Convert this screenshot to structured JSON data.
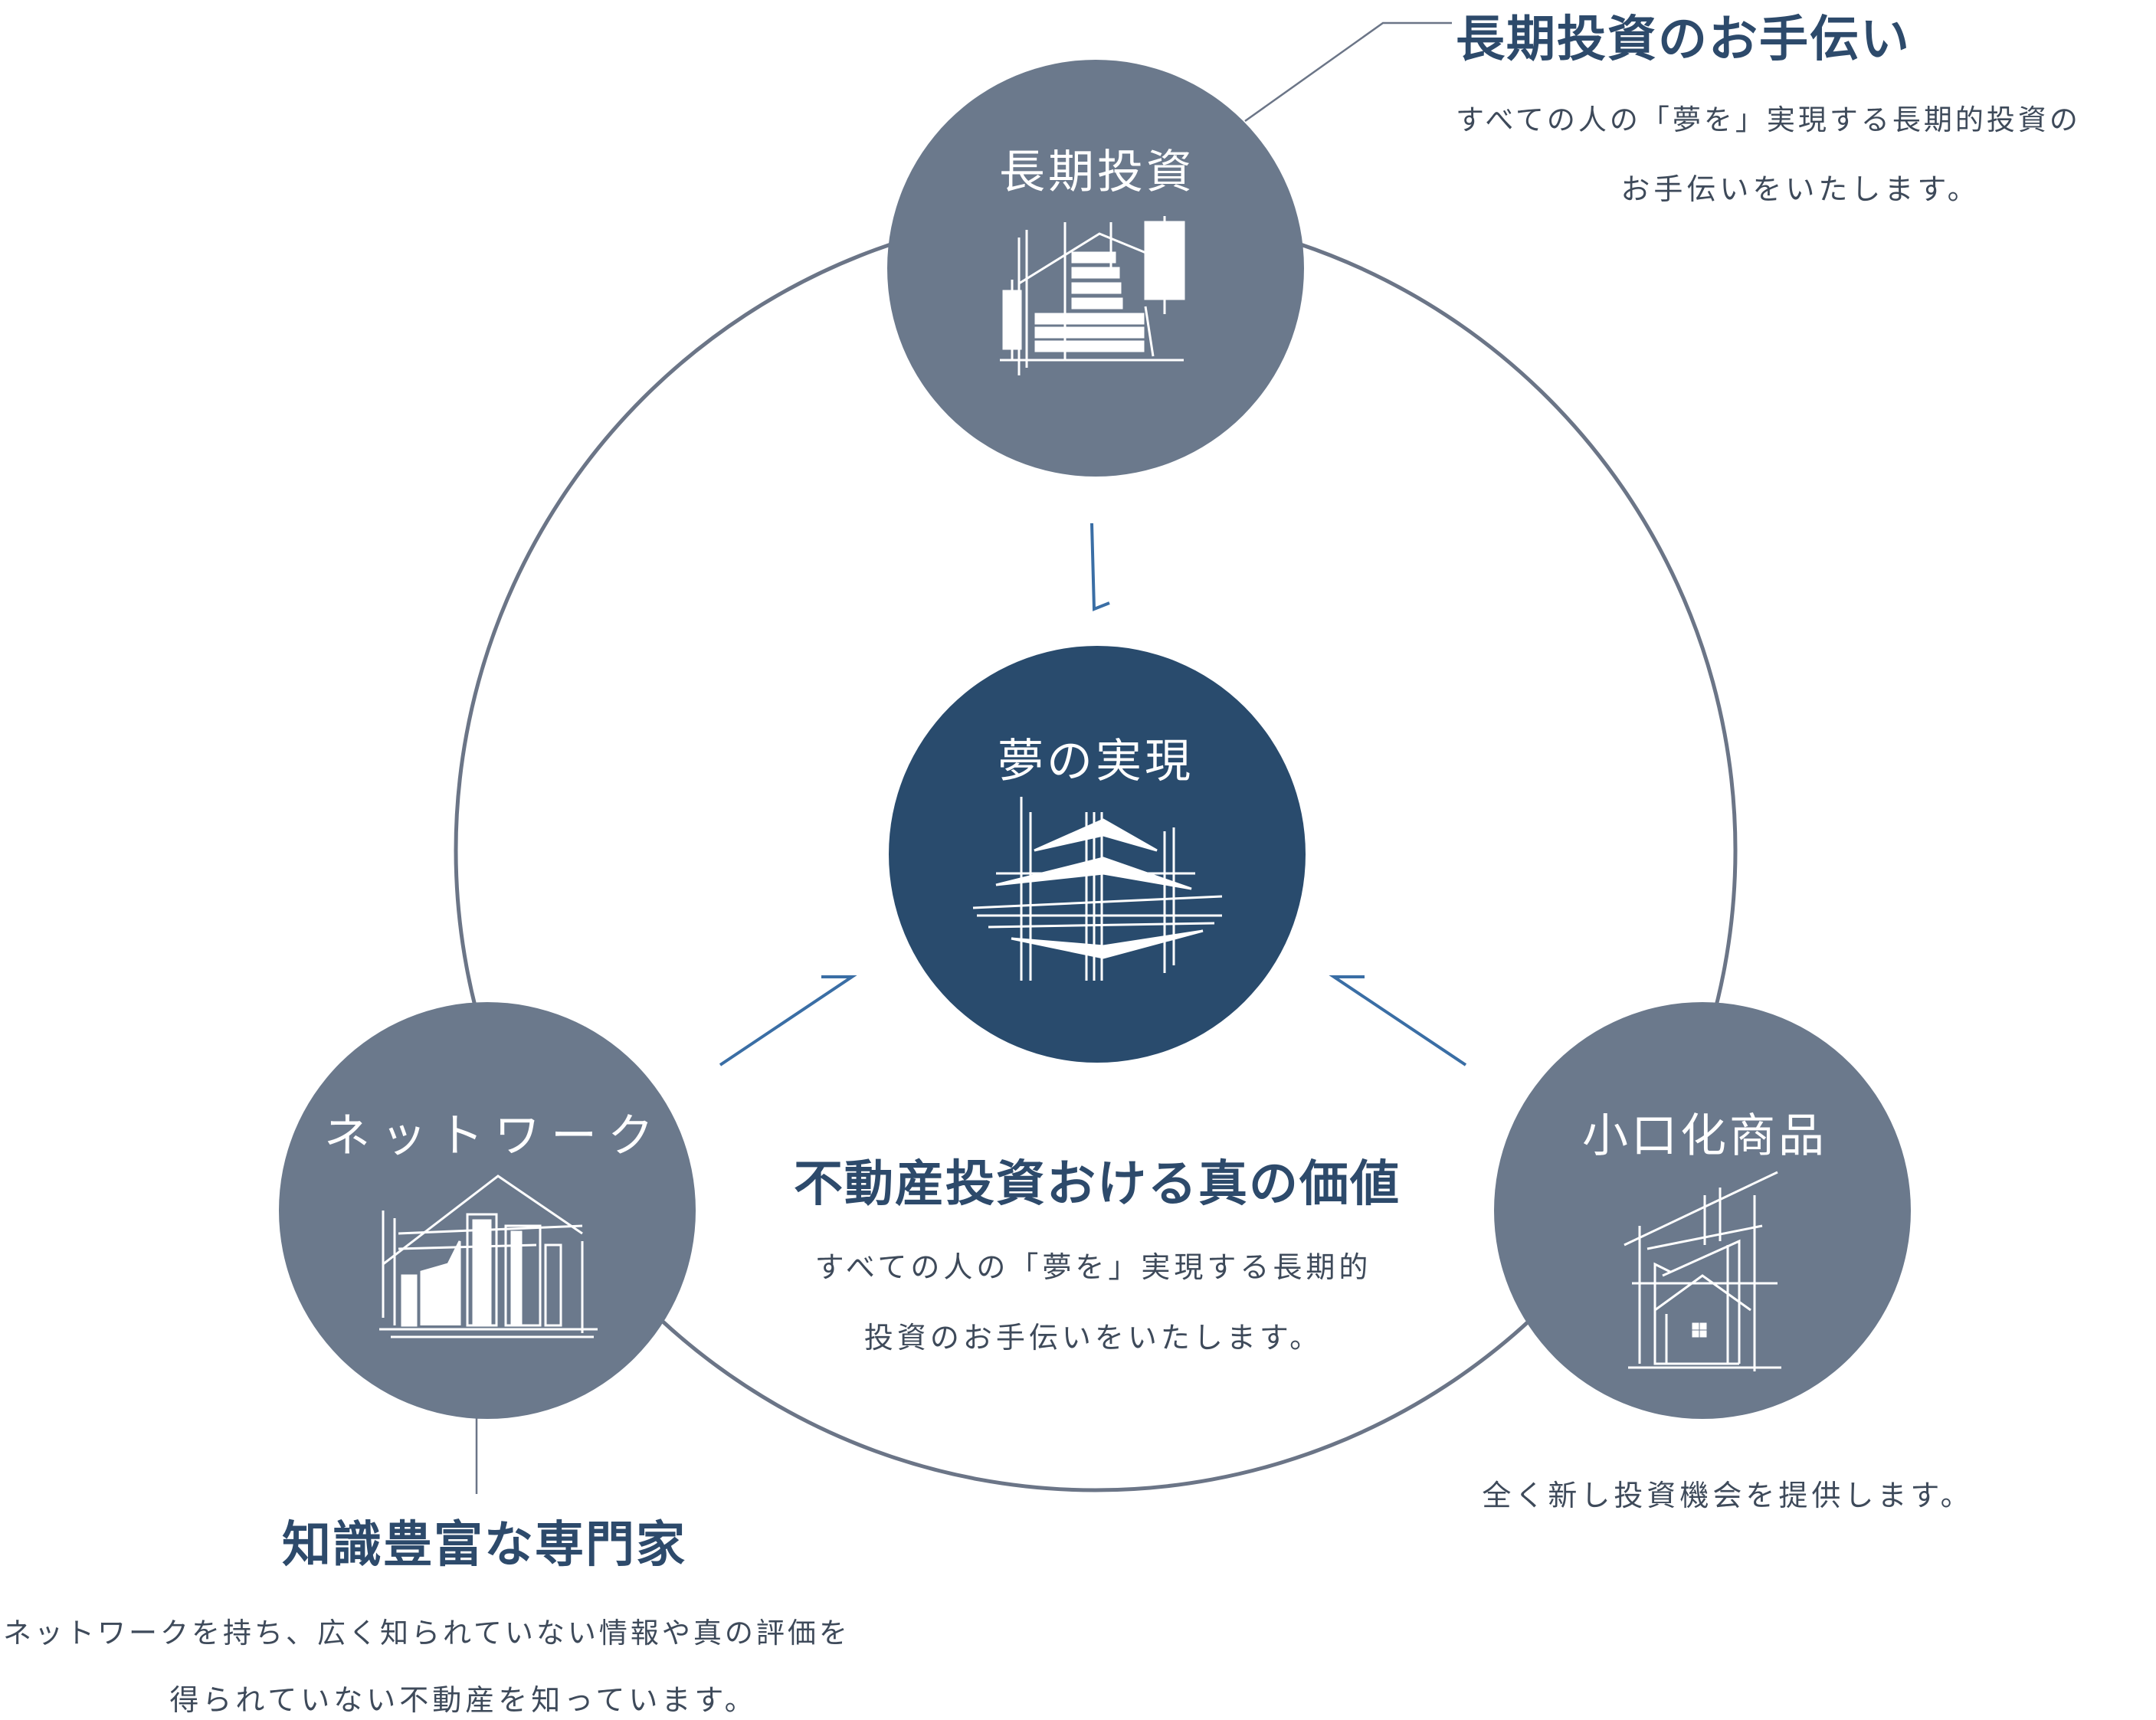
{
  "colors": {
    "node_fill": "#6b798c",
    "center_fill": "#294b6d",
    "ring_stroke": "#6b7587",
    "arrow_stroke": "#3a6ea5",
    "title_text": "#2d4a6b",
    "body_text": "#3e4a5a",
    "node_text": "#ffffff"
  },
  "nodes": {
    "top": {
      "title": "長期投資",
      "icon": "building-candlestick-icon"
    },
    "center": {
      "title": "夢の実現",
      "icon": "modern-building-icon"
    },
    "left": {
      "title": "ネットワーク",
      "icon": "city-buildings-icon"
    },
    "right": {
      "title": "小口化商品",
      "icon": "house-apartment-icon"
    }
  },
  "callouts": {
    "top": {
      "title": "長期投資のお手伝い",
      "lines": [
        "すべての人の「夢を」実現する長期的投資の",
        "お手伝いをいたします。"
      ]
    },
    "center": {
      "title": "不動産投資おける真の価値",
      "lines": [
        "すべての人の「夢を」実現する長期的",
        "投資のお手伝いをいたします。"
      ]
    },
    "left": {
      "title": "知識豊富な専門家",
      "lines": [
        "ネットワークを持ち、広く知られていない情報や真の評価を",
        "得られていない不動産を知っています。"
      ]
    },
    "right": {
      "lines": [
        "全く新し投資機会を提供します。"
      ]
    }
  }
}
